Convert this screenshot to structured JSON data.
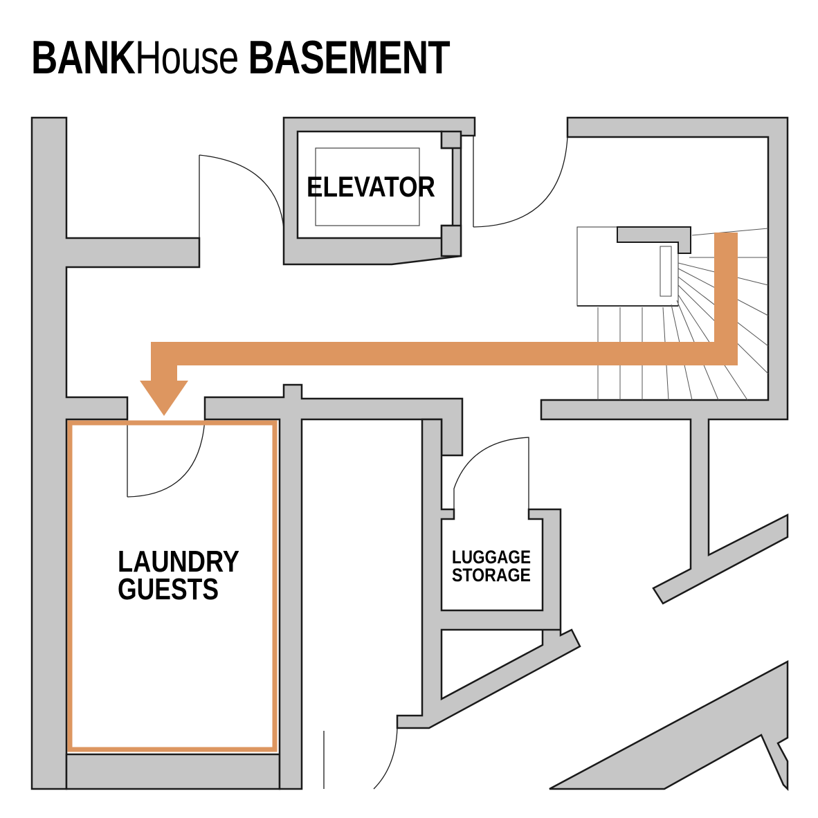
{
  "title": {
    "part1": "BANK",
    "part2": "House",
    "part3": "BASEMENT"
  },
  "rooms": {
    "elevator": "ELEVATOR",
    "laundry_line1": "LAUNDRY",
    "laundry_line2": "GUESTS",
    "luggage_line1": "LUGGAGE",
    "luggage_line2": "STORAGE"
  },
  "colors": {
    "wall": "#c6c6c6",
    "outline": "#1a1a1a",
    "route": "#dd9660"
  }
}
